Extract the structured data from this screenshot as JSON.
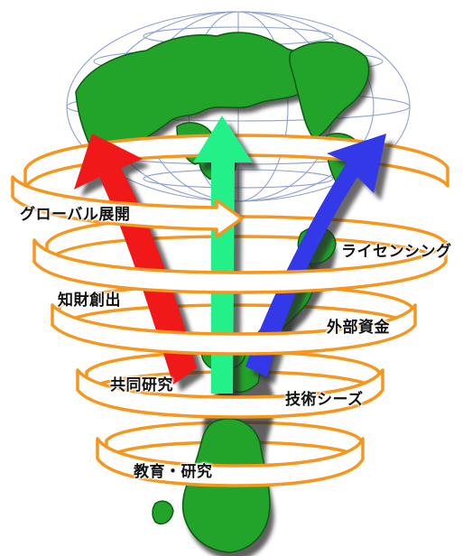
{
  "labels": {
    "global": "グローバル展開",
    "licensing": "ライセンシング",
    "ip": "知財創出",
    "funding": "外部資金",
    "joint": "共同研究",
    "seeds": "技術シーズ",
    "education": "教育・研究"
  },
  "colors": {
    "globe_line": "#8f9fd0",
    "land": "#22a32a",
    "land_edge": "#0c5d12",
    "shadow": "#2a2a2a",
    "ribbon": "#f5961e",
    "arrow_red": "#f01818",
    "arrow_green": "#24f08a",
    "arrow_blue": "#3338e8"
  }
}
